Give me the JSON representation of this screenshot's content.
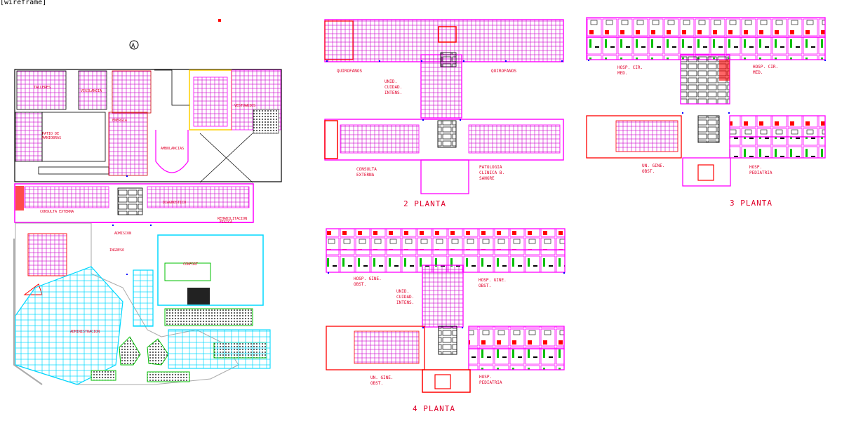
{
  "viewport": {
    "label": "[wireframe]"
  },
  "compass": {
    "symbol": "A"
  },
  "site_plan": {
    "labels": {
      "talleres": "TALLERES",
      "vigilancia": "VIGILANCIA",
      "vestuarios": "VESTUARIOS",
      "patio": "PATIO DE",
      "patio2": "MANIOBRAS",
      "energia": "ENERGIA",
      "ambulancias": "AMBULANCIAS",
      "consulta_externa": "CONSULTA EXTERNA",
      "admision": "ADMISION",
      "ingreso": "INGRESO",
      "diagnostico": "DIAGNOSTICO",
      "rehab": "REHABILITACION",
      "rehab2": "FISICA",
      "confort": "CONFORT",
      "administracion": "ADMINISTRACION"
    }
  },
  "plan_2": {
    "title": "2 PLANTA",
    "quirofanos_left": "QUIROFANOS",
    "quirofanos_right": "QUIROFANOS",
    "uci_1": "UNID.",
    "uci_2": "CUIDAD.",
    "uci_3": "INTENS.",
    "consulta_1": "CONSULTA",
    "consulta_2": "EXTERNA",
    "pato_1": "PATOLOGIA",
    "pato_2": "CLINICA B.",
    "pato_3": "SANGRE"
  },
  "plan_3": {
    "title": "3 PLANTA",
    "hosp_left_1": "HOSP. CIR.",
    "hosp_left_2": "MED.",
    "hosp_right_1": "HOSP. CIR.",
    "hosp_right_2": "MED.",
    "gine_1": "UN. GINE.",
    "gine_2": "OBST.",
    "ped_1": "HOSP.",
    "ped_2": "PEDIATRIA"
  },
  "plan_4": {
    "title": "4 PLANTA",
    "hosp_left_1": "HOSP. GINE.",
    "hosp_left_2": "OBST.",
    "uci_1": "UNID.",
    "uci_2": "CUIDAD.",
    "uci_3": "INTENS.",
    "hosp_right_1": "HOSP. GINE.",
    "hosp_right_2": "OBST.",
    "gine_1": "UN. GINE.",
    "gine_2": "OBST.",
    "ped_1": "HOSP.",
    "ped_2": "PEDIATRIA"
  },
  "colors": {
    "magenta": "#ff00ff",
    "red": "#ff0000",
    "blue": "#0000ff",
    "cyan": "#00e5ff",
    "green": "#00c000",
    "yellow": "#ffee00",
    "dark": "#202020"
  }
}
